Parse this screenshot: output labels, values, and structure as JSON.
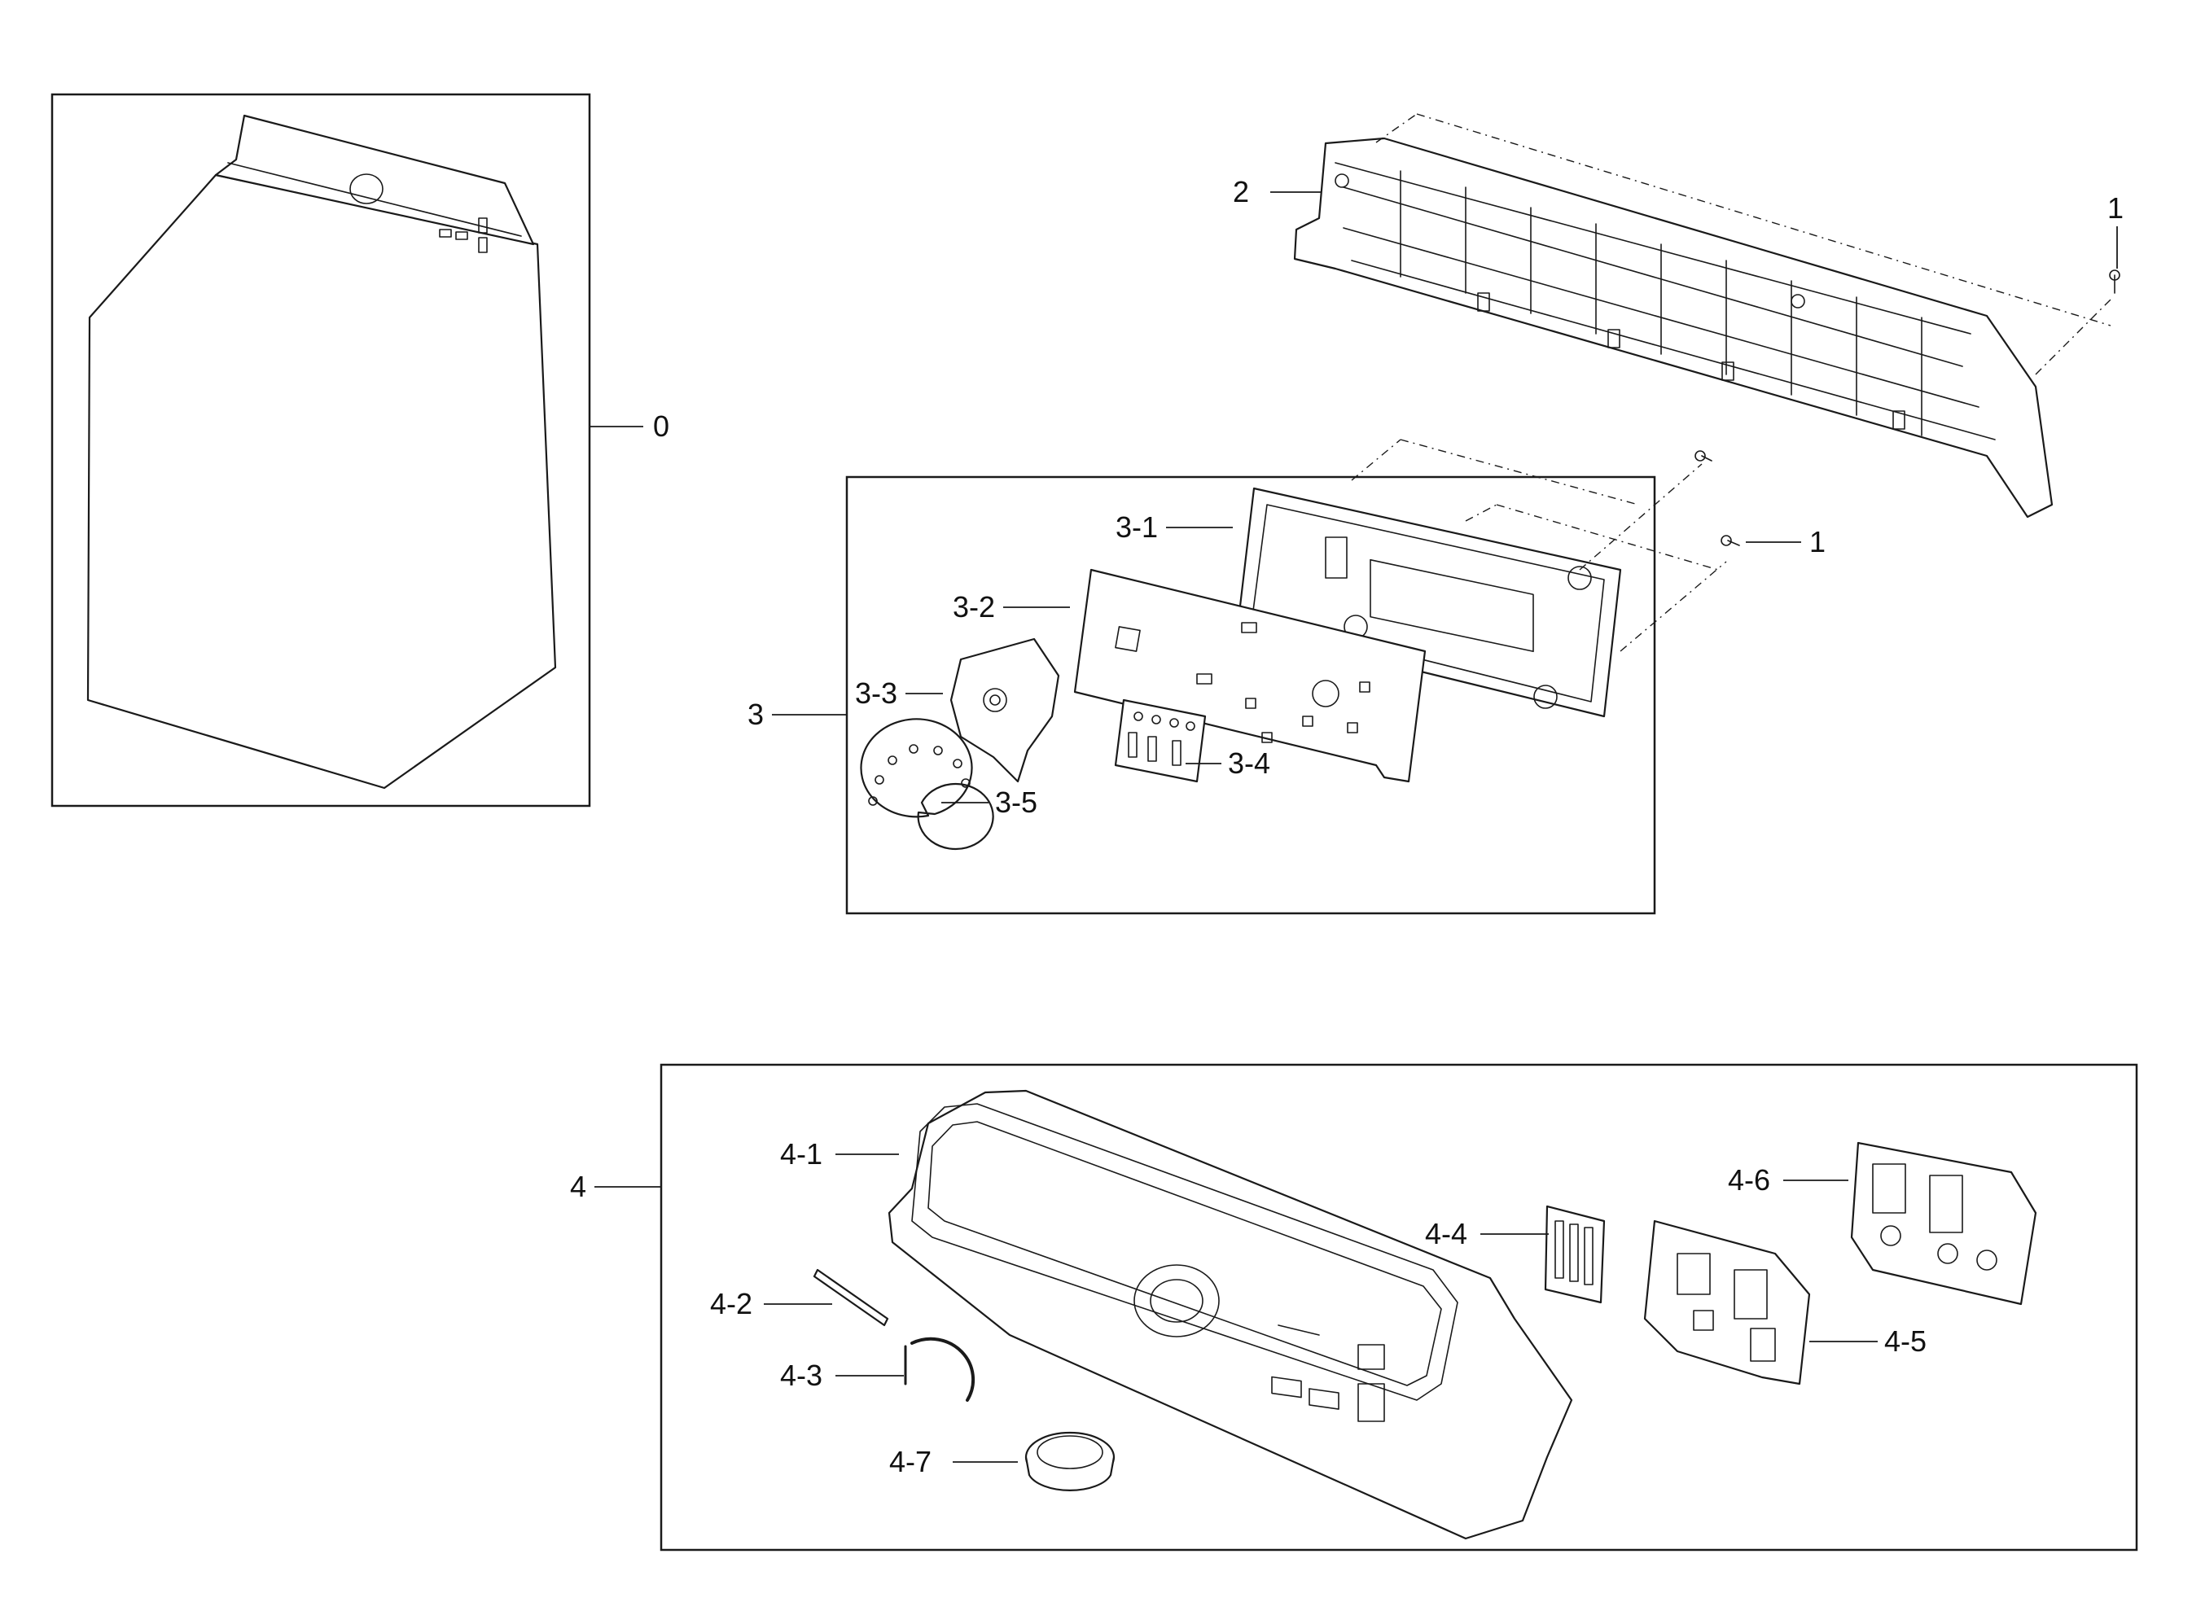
{
  "callouts": {
    "c0": "0",
    "c1a": "1",
    "c1b": "1",
    "c2": "2",
    "c3": "3",
    "c3_1": "3-1",
    "c3_2": "3-2",
    "c3_3": "3-3",
    "c3_4": "3-4",
    "c3_5": "3-5",
    "c4": "4",
    "c4_1": "4-1",
    "c4_2": "4-2",
    "c4_3": "4-3",
    "c4_4": "4-4",
    "c4_5": "4-5",
    "c4_6": "4-6",
    "c4_7": "4-7"
  }
}
